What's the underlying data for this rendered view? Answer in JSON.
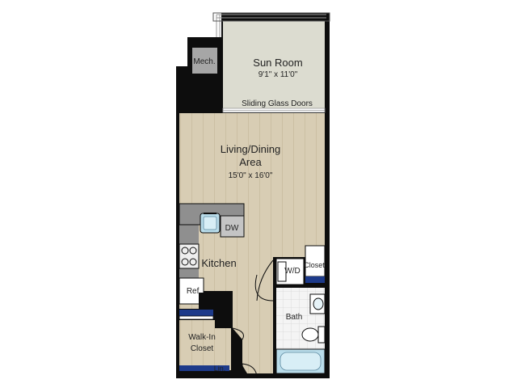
{
  "rooms": {
    "sun_room": {
      "name": "Sun Room",
      "dims": "9'1\" x 11'0\""
    },
    "mech": {
      "name": "Mech."
    },
    "sliding_doors": {
      "name": "Sliding Glass Doors"
    },
    "living": {
      "name_line1": "Living/Dining",
      "name_line2": "Area",
      "dims": "15'0\" x 16'0\""
    },
    "dw": {
      "name": "DW"
    },
    "kitchen": {
      "name": "Kitchen"
    },
    "ref": {
      "name": "Ref."
    },
    "wd": {
      "name": "W/D"
    },
    "closet": {
      "name": "Closet"
    },
    "bath": {
      "name": "Bath"
    },
    "walkin": {
      "name_line1": "Walk-In",
      "name_line2": "Closet"
    },
    "lin": {
      "name": "Lin."
    }
  },
  "colors": {
    "wall": "#0d0d0d",
    "sunroom_floor": "#dcdcd0",
    "wood_floor": "#d8cdb4",
    "counter": "#8f8f8f",
    "tile": "#f4f4f4",
    "accent_blue": "#1d3a8a",
    "fixture_blue": "#b9dcea"
  }
}
